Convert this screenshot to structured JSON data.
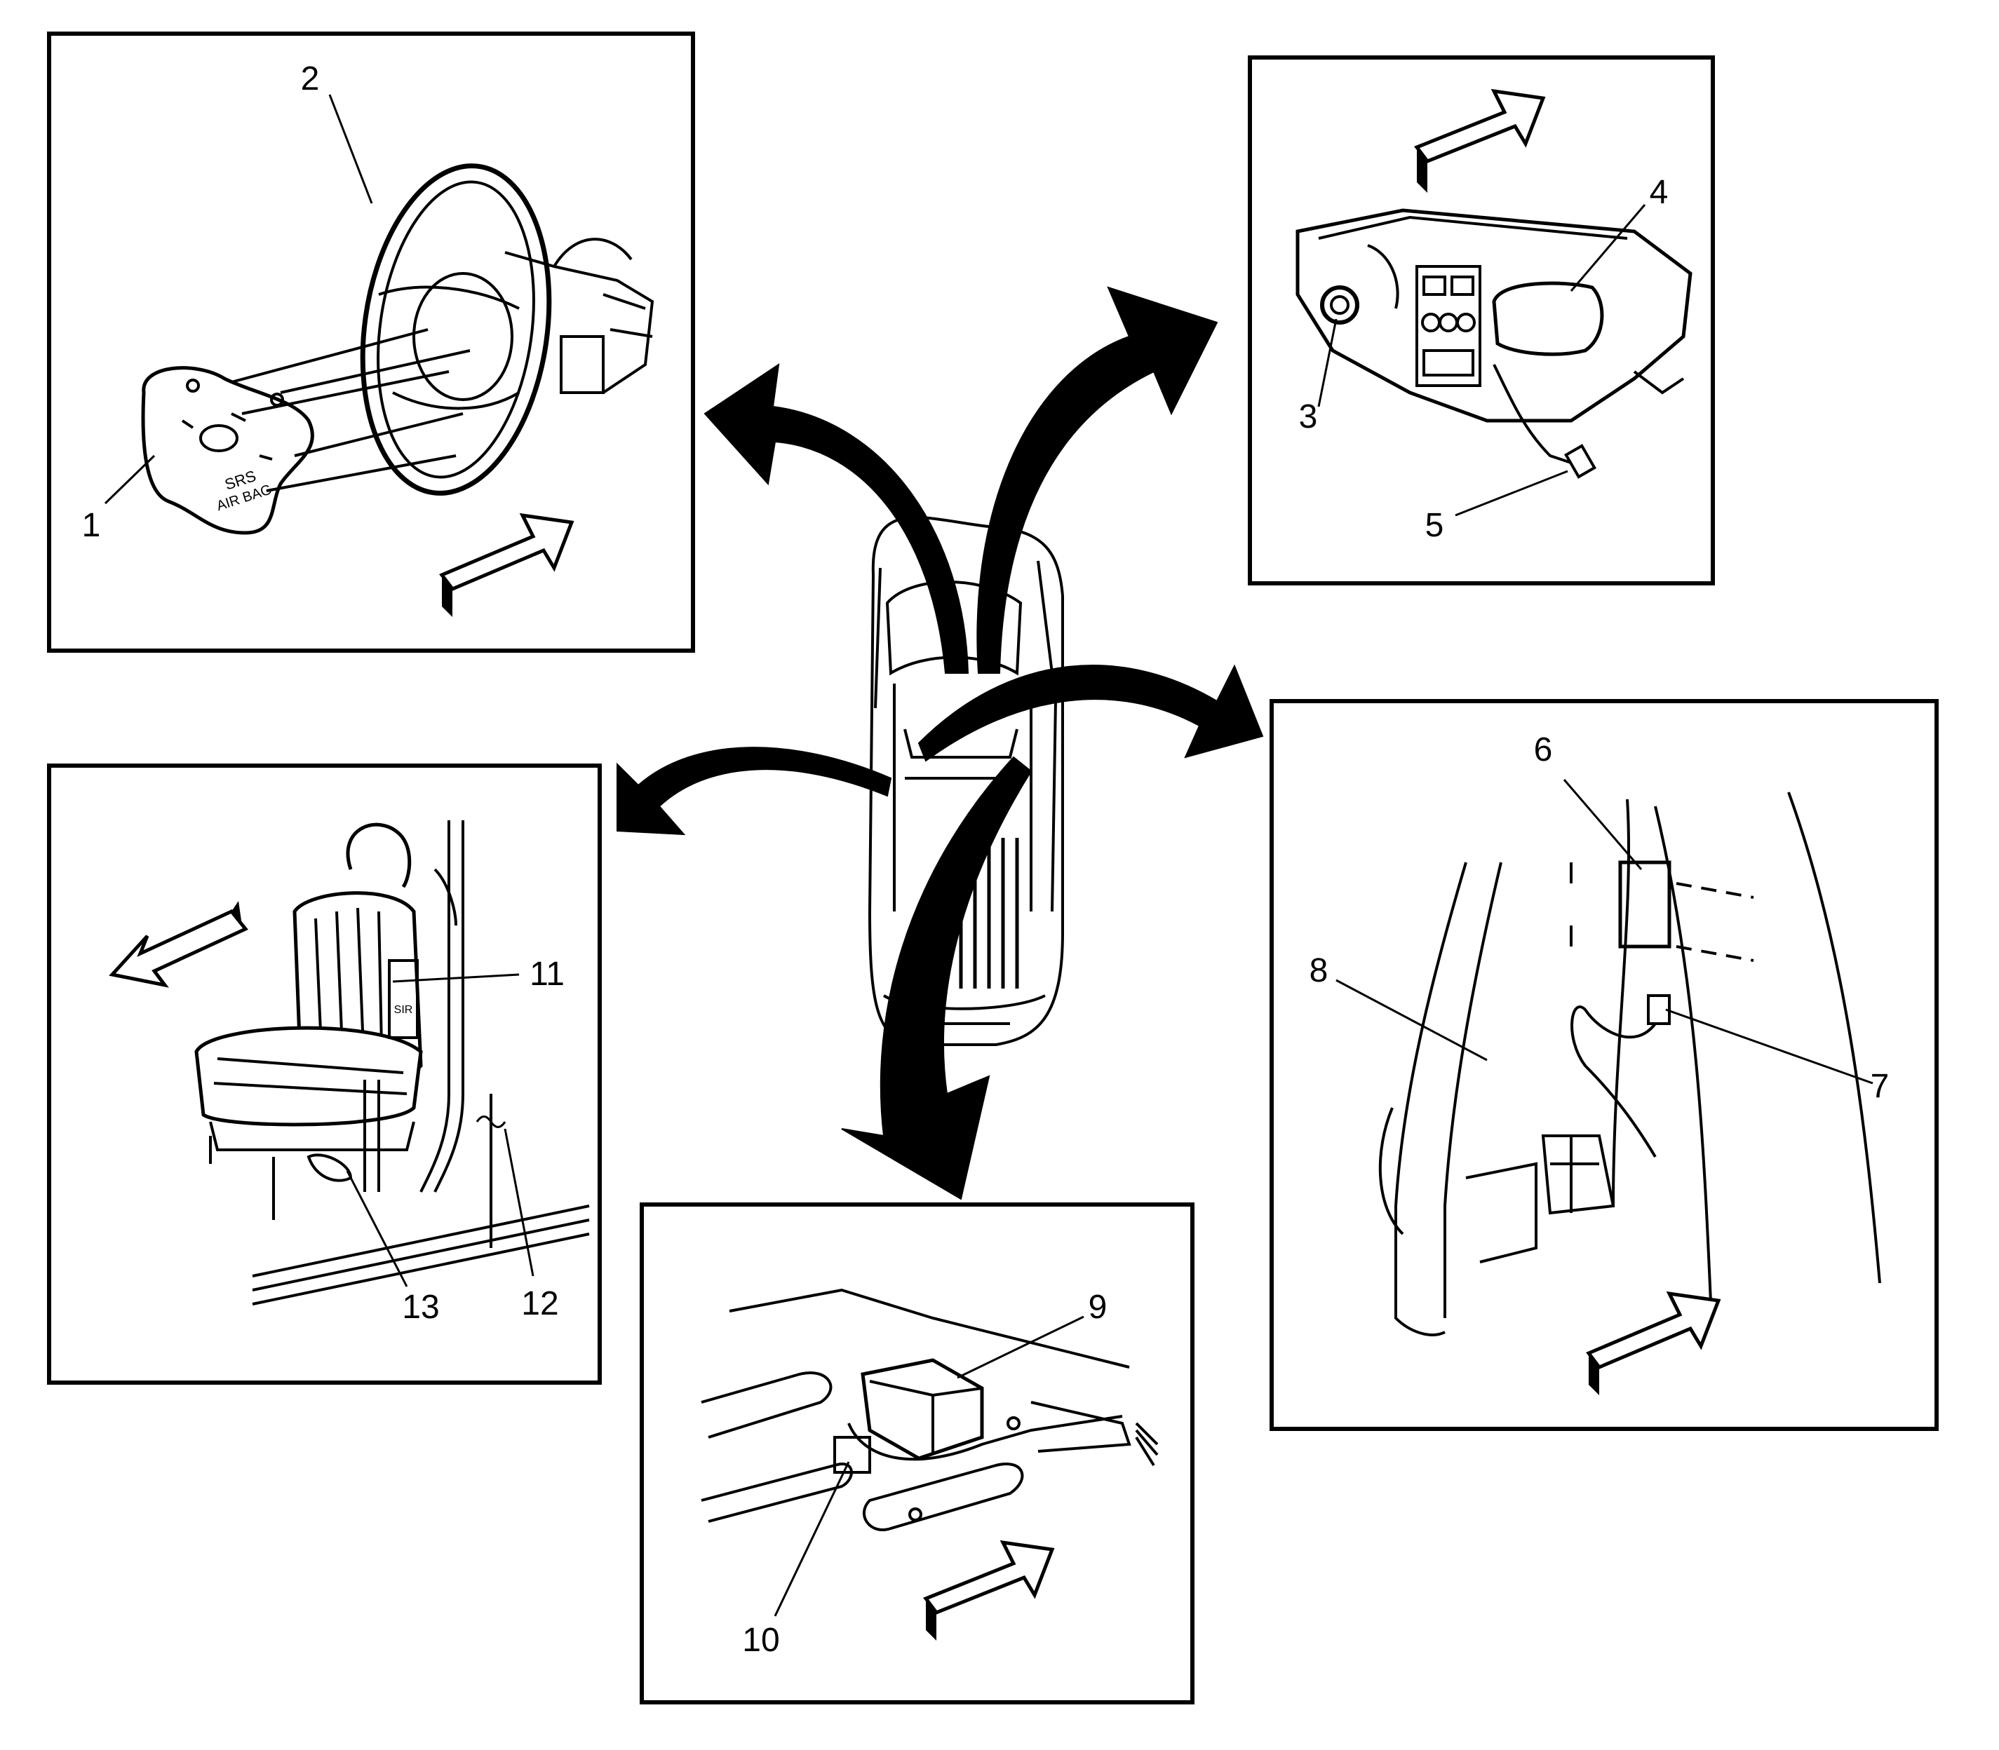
{
  "callouts": {
    "c1": "1",
    "c2": "2",
    "c3": "3",
    "c4": "4",
    "c5": "5",
    "c6": "6",
    "c7": "7",
    "c8": "8",
    "c9": "9",
    "c10": "10",
    "c11": "11",
    "c12": "12",
    "c13": "13"
  },
  "panel_labels": {
    "airbag_srs": "SRS",
    "airbag_airbag": "AIR BAG",
    "seat_sir": "SIR"
  }
}
